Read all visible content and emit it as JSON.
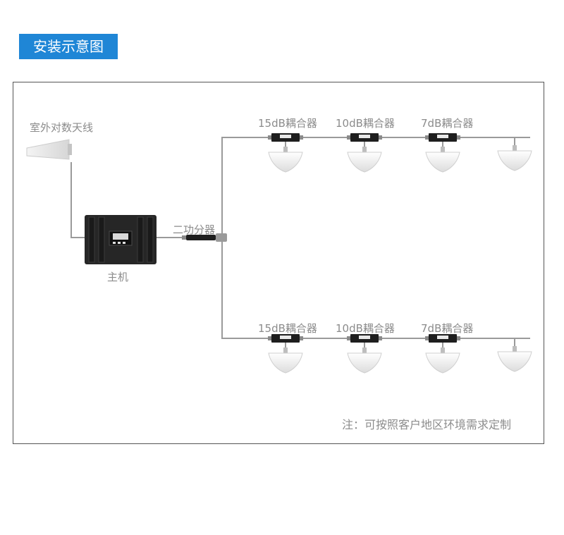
{
  "title": "安装示意图",
  "labels": {
    "outdoor_antenna": "室外对数天线",
    "host": "主机",
    "splitter": "二功分器"
  },
  "coupler_rows": [
    [
      "15dB耦合器",
      "10dB耦合器",
      "7dB耦合器"
    ],
    [
      "15dB耦合器",
      "10dB耦合器",
      "7dB耦合器"
    ]
  ],
  "note": "注：可按照客户地区环境需求定制",
  "colors": {
    "title_bg": "#1f86d6",
    "cable": "#9a9a9a",
    "label_text": "#8c8c8c",
    "device": "#1e1e1e"
  }
}
